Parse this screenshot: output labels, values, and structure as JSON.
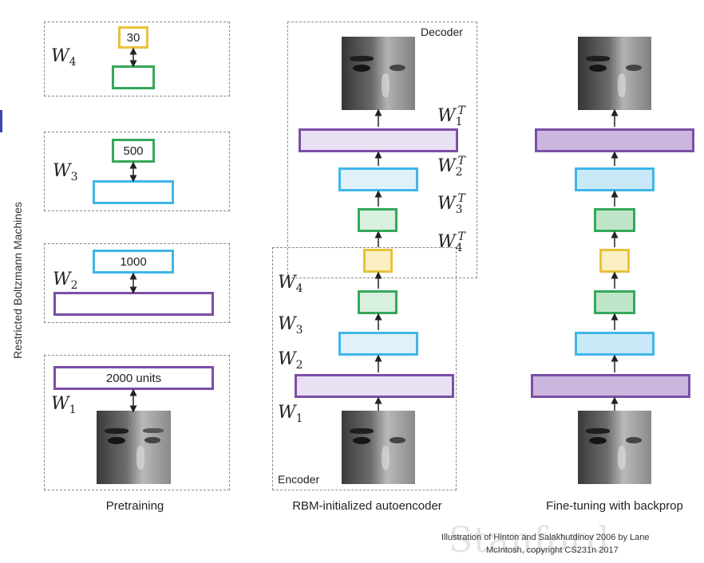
{
  "side_label": "Restricted Boltzmann Machines",
  "pretraining": {
    "caption": "Pretraining",
    "rbm4": {
      "unit_label": "30",
      "weight": "W",
      "sub": "4"
    },
    "rbm3": {
      "unit_label": "500",
      "weight": "W",
      "sub": "3"
    },
    "rbm2": {
      "unit_label": "1000",
      "weight": "W",
      "sub": "2"
    },
    "rbm1": {
      "unit_label": "2000 units",
      "weight": "W",
      "sub": "1"
    }
  },
  "autoencoder": {
    "caption": "RBM-initialized autoencoder",
    "decoder_label": "Decoder",
    "encoder_label": "Encoder",
    "decoder_weights": [
      {
        "w": "W",
        "sub": "1",
        "sup": "T"
      },
      {
        "w": "W",
        "sub": "2",
        "sup": "T"
      },
      {
        "w": "W",
        "sub": "3",
        "sup": "T"
      },
      {
        "w": "W",
        "sub": "4",
        "sup": "T"
      }
    ],
    "encoder_weights": [
      {
        "w": "W",
        "sub": "4"
      },
      {
        "w": "W",
        "sub": "3"
      },
      {
        "w": "W",
        "sub": "2"
      },
      {
        "w": "W",
        "sub": "1"
      }
    ]
  },
  "finetune": {
    "caption": "Fine-tuning with backprop"
  },
  "credit": {
    "line1": "Illustration of Hinton and Salakhutdinov 2006 by Lane",
    "line2": "McIntosh, copyright CS231n 2017"
  },
  "watermark": "Stanford",
  "colors": {
    "purple": "#7b4fa6",
    "blue": "#3fb6e8",
    "green": "#35a85a",
    "yellow": "#e8c23a"
  }
}
